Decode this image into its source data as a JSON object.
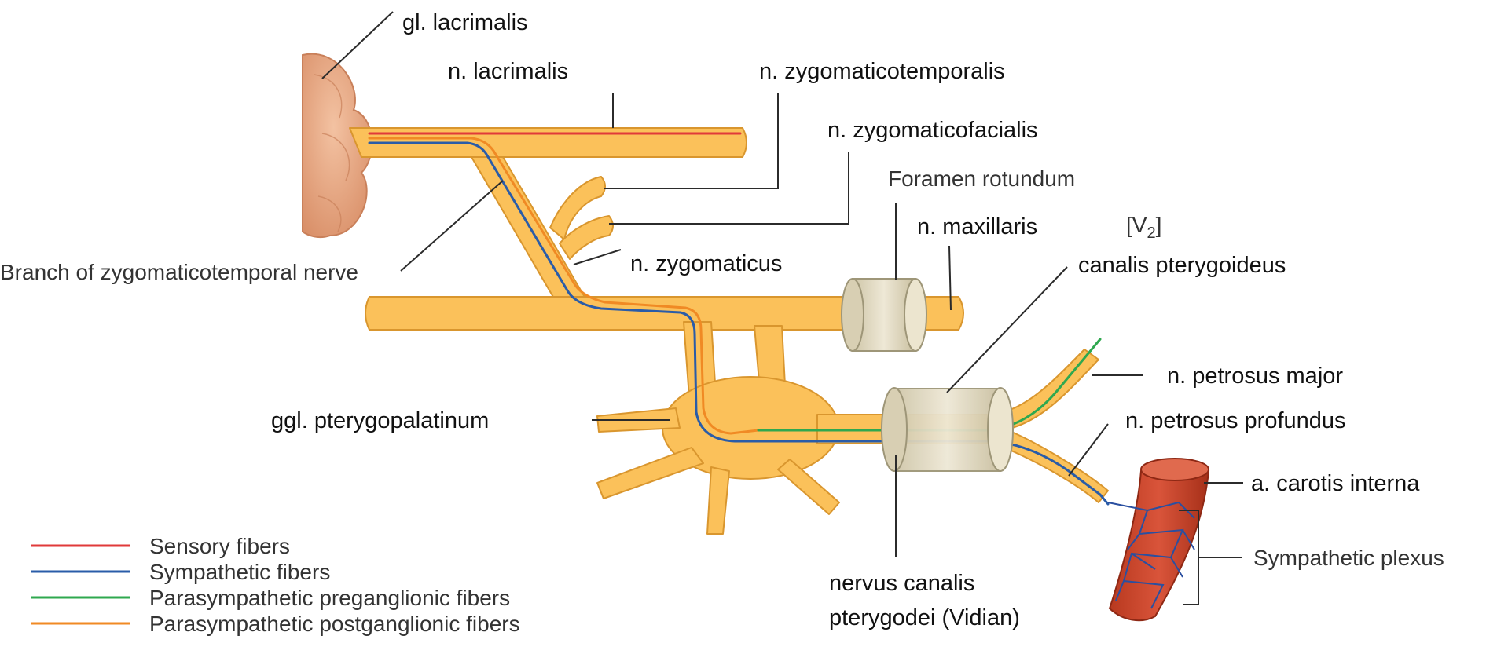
{
  "labels": {
    "gl_lacrimalis": "gl. lacrimalis",
    "n_lacrimalis": "n. lacrimalis",
    "n_zygomaticotemporalis": "n. zygomaticotemporalis",
    "n_zygomaticofacialis": "n. zygomaticofacialis",
    "foramen_rotundum": "Foramen rotundum",
    "n_maxillaris": "n. maxillaris",
    "v2": "[V",
    "v2_sub": "2",
    "v2_close": "]",
    "canalis_pterygoideus": "canalis pterygoideus",
    "branch_zygomaticotemporal": "Branch of zygomaticotemporal nerve",
    "n_zygomaticus": "n. zygomaticus",
    "ggl_pterygopalatinum": "ggl. pterygopalatinum",
    "n_petrosus_major": "n. petrosus major",
    "n_petrosus_profundus": "n. petrosus profundus",
    "a_carotis_interna": "a. carotis interna",
    "sympathetic_plexus": "Sympathetic plexus",
    "nervus_canalis_1": "nervus canalis",
    "nervus_canalis_2": "pterygodei (Vidian)"
  },
  "legend": [
    {
      "label": "Sensory fibers",
      "color": "#e03a3a"
    },
    {
      "label": "Sympathetic fibers",
      "color": "#2a5ca8"
    },
    {
      "label": "Parasympathetic preganglionic fibers",
      "color": "#2fa84f"
    },
    {
      "label": "Parasympathetic postganglionic fibers",
      "color": "#f08a24"
    }
  ],
  "colors": {
    "nerve_fill": "#fbc15a",
    "nerve_stroke": "#d9962e",
    "gland": "#e9a57e",
    "artery": "#c9452e",
    "canal": "#e3dcc4"
  }
}
